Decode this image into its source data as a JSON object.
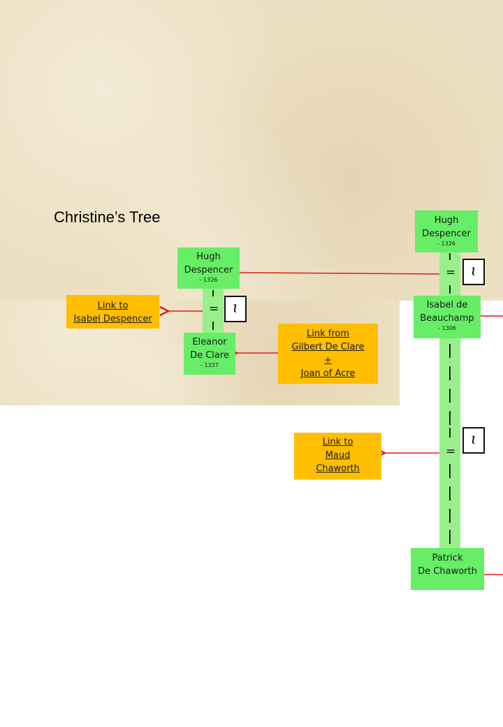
{
  "title": "Christine’s Tree",
  "people": {
    "hugh_left": {
      "line1": "Hugh",
      "line2": "Despencer",
      "year": "- 1326"
    },
    "eleanor": {
      "line1": "Eleanor",
      "line2": "De Clare",
      "year": "- 1337"
    },
    "hugh_right": {
      "line1": "Hugh",
      "line2": "Despencer",
      "year": "- 1326"
    },
    "isabel": {
      "line1": "Isabel de",
      "line2": "Beauchamp",
      "year": "- 1306"
    },
    "patrick": {
      "line1": "Patrick",
      "line2": "De Chaworth"
    }
  },
  "links": {
    "isabel_despencer": {
      "line1": "Link to",
      "line2": "Isabel Despencer"
    },
    "gilbert": {
      "line1": "Link from",
      "line2": "Gilbert De Clare",
      "line3": "+",
      "line4": "Joan of Acre"
    },
    "maud": {
      "line1": "Link to",
      "line2": "Maud",
      "line3": "Chaworth"
    }
  },
  "marriage_symbol": "=",
  "info_icon_glyph": "ɩ",
  "icons": [
    "info-icon",
    "arrow-left-icon"
  ],
  "colors": {
    "person_box": "#66ee66",
    "link_box": "#ffbf00",
    "connector": "#e31a1a",
    "parchment": "#ede0c2"
  }
}
